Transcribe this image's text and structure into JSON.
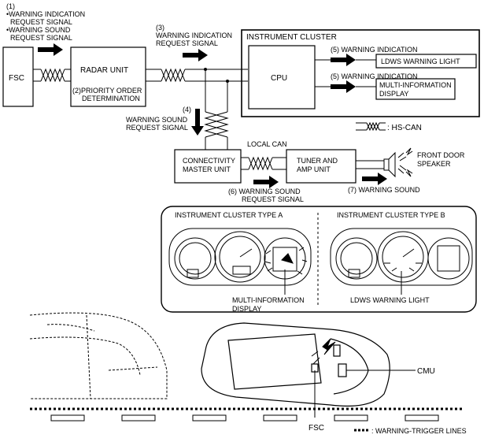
{
  "colors": {
    "stroke": "#000000",
    "background": "#ffffff"
  },
  "signals": {
    "s1_num": "(1)",
    "s1_a1": "•WARNING INDICATION",
    "s1_a2": "REQUEST SIGNAL",
    "s1_b1": "•WARNING SOUND",
    "s1_b2": "REQUEST SIGNAL",
    "s3_num": "(3)",
    "s3_1": "WARNING INDICATION",
    "s3_2": "REQUEST SIGNAL",
    "s4_num": "(4)",
    "s4_1": "WARNING SOUND",
    "s4_2": "REQUEST SIGNAL",
    "s5a": "(5) WARNING INDICATION",
    "s5b": "(5) WARNING INDICATION",
    "s6_1": "(6) WARNING SOUND",
    "s6_2": "REQUEST SIGNAL",
    "s7": "(7) WARNING SOUND"
  },
  "units": {
    "fsc": "FSC",
    "radar": "RADAR UNIT",
    "radar_sub1": "(2)PRIORITY ORDER",
    "radar_sub2": "DETERMINATION",
    "cluster_title": "INSTRUMENT CLUSTER",
    "cpu": "CPU",
    "ldws": "LDWS WARNING LIGHT",
    "mid1": "MULTI-INFORMATION",
    "mid2": "DISPLAY",
    "cmu1": "CONNECTIVITY",
    "cmu2": "MASTER UNIT",
    "local_can": "LOCAL CAN",
    "tuner1": "TUNER AND",
    "tuner2": "AMP UNIT",
    "speaker1": "FRONT DOOR",
    "speaker2": "SPEAKER"
  },
  "legend": {
    "hs_can": ": HS-CAN"
  },
  "cluster_types": {
    "type_a": "INSTRUMENT CLUSTER TYPE A",
    "type_b": "INSTRUMENT CLUSTER TYPE B",
    "mid1": "MULTI-INFORMATION",
    "mid2": "DISPLAY",
    "ldws": "LDWS WARNING LIGHT"
  },
  "bottom": {
    "cmu": "CMU",
    "fsc": "FSC",
    "trigger": ": WARNING-TRIGGER LINES"
  },
  "icons": [
    "arrow-icon",
    "twisted-pair-icon",
    "speaker-icon",
    "sound-wave-icon",
    "gauge-icon",
    "car-icon"
  ]
}
